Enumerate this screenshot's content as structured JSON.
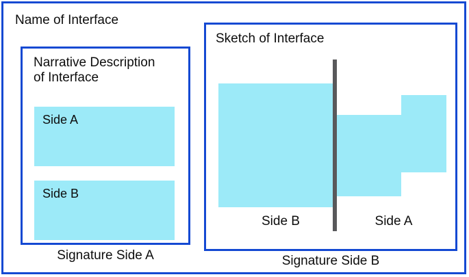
{
  "diagram": {
    "title": "Name of Interface",
    "colors": {
      "border_blue": "#1449d2",
      "block_cyan": "#9ceaf8",
      "divider_gray": "#59595b",
      "text": "#0d0d0d",
      "background": "#ffffff"
    },
    "narrative_panel": {
      "heading": "Narrative Description\nof Interface",
      "blocks": [
        {
          "label": "Side A"
        },
        {
          "label": "Side B"
        }
      ],
      "signature": "Signature Side A"
    },
    "sketch_panel": {
      "heading": "Sketch of Interface",
      "labels": [
        {
          "label": "Side B"
        },
        {
          "label": "Side A"
        }
      ],
      "signature": "Signature Side B"
    }
  }
}
